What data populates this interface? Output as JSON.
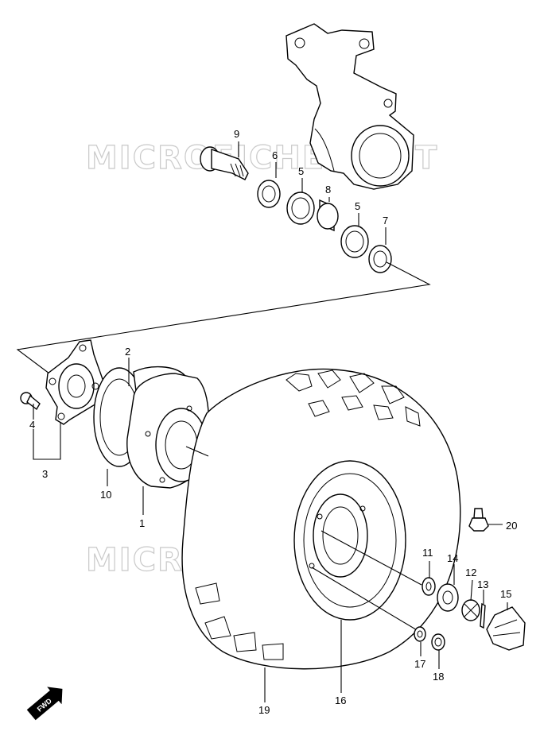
{
  "watermark": "MICROFICHES.NET",
  "fwd_label": "FWD",
  "callouts": [
    "1",
    "2",
    "3",
    "4",
    "5",
    "5",
    "6",
    "7",
    "8",
    "9",
    "10",
    "11",
    "12",
    "13",
    "14",
    "15",
    "16",
    "17",
    "18",
    "19",
    "20"
  ]
}
